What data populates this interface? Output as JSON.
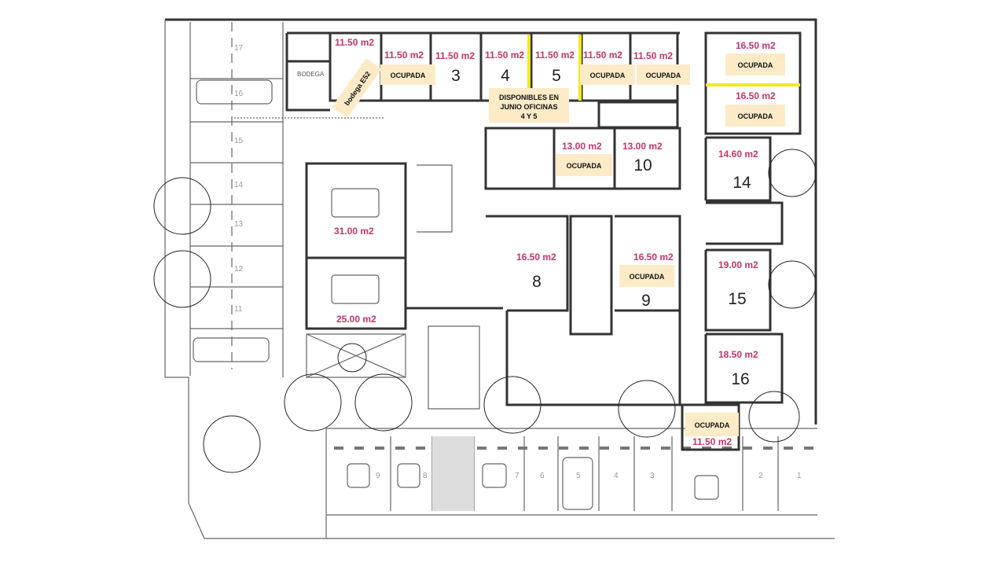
{
  "labels": {
    "bodega": "BODEGA",
    "bodega_e52": "bodega E52",
    "availability_note": [
      "DISPONIBLES EN",
      "JUNIO OFICINAS",
      "4 Y 5"
    ]
  },
  "offices": [
    {
      "area": "11.50 m2",
      "number": "",
      "status": ""
    },
    {
      "area": "11.50 m2",
      "number": "",
      "status": "OCUPADA"
    },
    {
      "area": "11.50 m2",
      "number": "3",
      "status": ""
    },
    {
      "area": "11.50 m2",
      "number": "4",
      "status": ""
    },
    {
      "area": "11.50 m2",
      "number": "5",
      "status": ""
    },
    {
      "area": "11.50 m2",
      "number": "",
      "status": "OCUPADA"
    },
    {
      "area": "11.50 m2",
      "number": "",
      "status": "OCUPADA"
    },
    {
      "area": "16.50 m2",
      "number": "",
      "status": "OCUPADA"
    },
    {
      "area": "16.50 m2",
      "number": "",
      "status": "OCUPADA"
    },
    {
      "area": "13.00 m2",
      "number": "",
      "status": "OCUPADA"
    },
    {
      "area": "13.00 m2",
      "number": "10",
      "status": ""
    },
    {
      "area": "14.60 m2",
      "number": "14",
      "status": ""
    },
    {
      "area": "31.00 m2",
      "number": "",
      "status": ""
    },
    {
      "area": "25.00 m2",
      "number": "",
      "status": ""
    },
    {
      "area": "16.50 m2",
      "number": "8",
      "status": ""
    },
    {
      "area": "16.50 m2",
      "number": "9",
      "status": "OCUPADA"
    },
    {
      "area": "19.00 m2",
      "number": "15",
      "status": ""
    },
    {
      "area": "18.50 m2",
      "number": "16",
      "status": ""
    },
    {
      "area": "11.50 m2",
      "number": "",
      "status": "OCUPADA"
    }
  ],
  "parking_left": [
    "17",
    "16",
    "15",
    "14",
    "13",
    "12",
    "11"
  ],
  "parking_bottom": [
    "9",
    "8",
    "7",
    "6",
    "5",
    "4",
    "3",
    "2",
    "1"
  ],
  "colors": {
    "area_text": "#c8336b",
    "tag_bg": "#fdebc8",
    "highlight": "#f2ea1a"
  }
}
